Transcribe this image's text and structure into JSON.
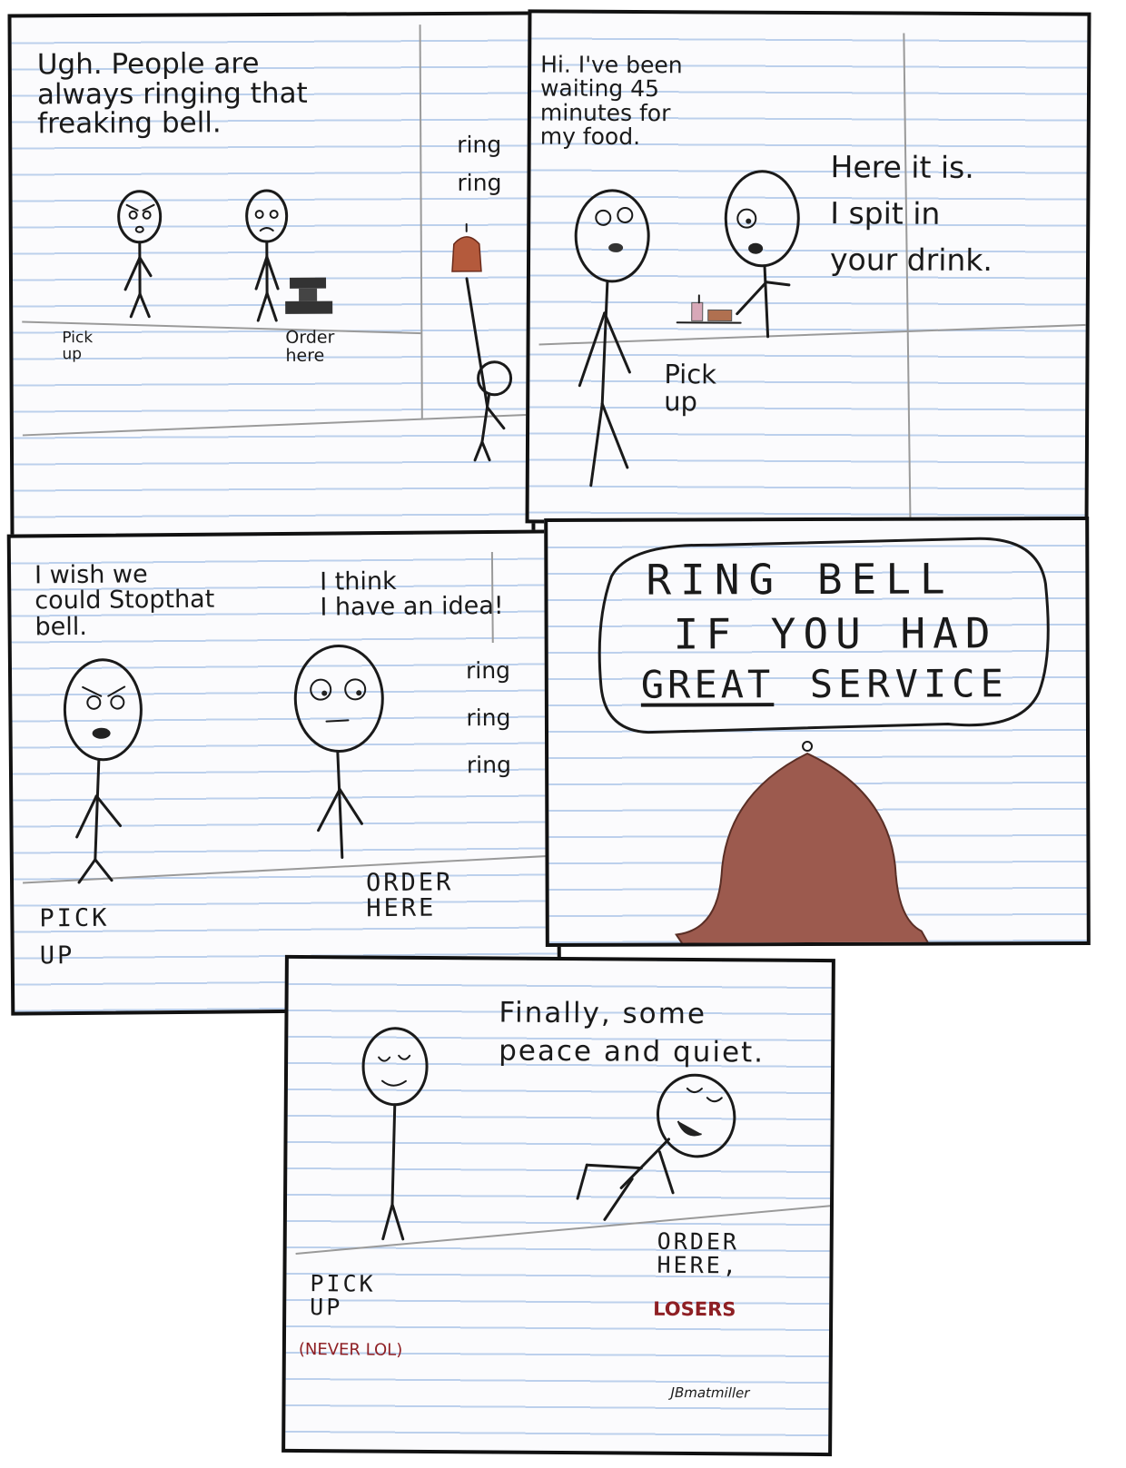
{
  "comic": {
    "panel1": {
      "speech": "Ugh. People are\nalways ringing that\nfreaking bell.",
      "ring1": "ring",
      "ring2": "ring",
      "pickup": "Pick\nup",
      "order": "Order\nhere"
    },
    "panel2": {
      "customer": "Hi. I've been\nwaiting 45\nminutes for\nmy food.",
      "worker": "Here it is.\nI spit in\nyour drink.",
      "pickup": "Pick\nup"
    },
    "panel3": {
      "left": "I wish we\ncould Stopthat\nbell.",
      "right": "I think\nI have an idea!",
      "ring1": "ring",
      "ring2": "ring",
      "ring3": "ring",
      "pickup": "PICK\nUP",
      "order": "ORDER\nHERE"
    },
    "panel4": {
      "sign_line1": "RING BELL",
      "sign_line2": "IF YOU HAD",
      "sign_great": "GREAT",
      "sign_service": "SERVICE",
      "bell_color": "#9c5a4e"
    },
    "panel5": {
      "speech": "Finally, some\npeace and quiet.",
      "pickup": "PICK\nUP",
      "never": "(NEVER LOL)",
      "order": "ORDER\nHERE,",
      "losers": "LOSERS",
      "signature": "JBmatmiller"
    }
  }
}
